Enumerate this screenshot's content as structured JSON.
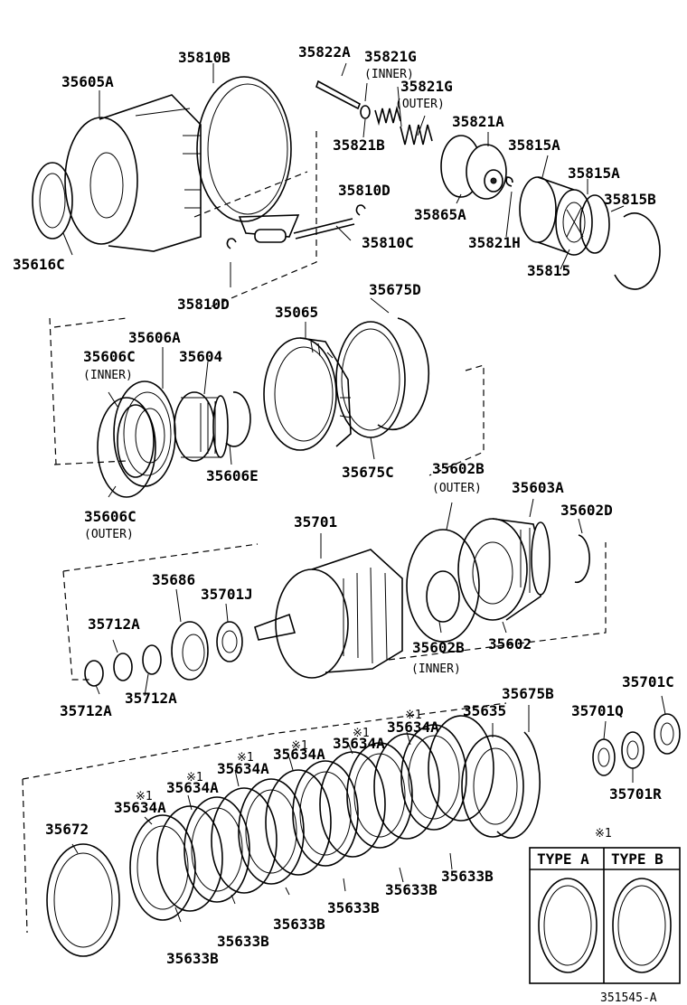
{
  "labels": {
    "l35822A": "35822A",
    "l35821G_a": "35821G",
    "l35821G_inner": "(INNER)",
    "l35821G_b": "35821G",
    "l35821G_outer": "(OUTER)",
    "l35810B": "35810B",
    "l35605A": "35605A",
    "l35821A": "35821A",
    "l35821B": "35821B",
    "l35815A_a": "35815A",
    "l35815A_b": "35815A",
    "l35815B": "35815B",
    "l35810D_a": "35810D",
    "l35865A": "35865A",
    "l35821H": "35821H",
    "l35616C": "35616C",
    "l35810C": "35810C",
    "l35815": "35815",
    "l35810D_b": "35810D",
    "l35675D": "35675D",
    "l35065": "35065",
    "l35606A": "35606A",
    "l35606C_a": "35606C",
    "l35604": "35604",
    "l35606C_inner": "(INNER)",
    "l35606E": "35606E",
    "l35675C": "35675C",
    "l35602B_a": "35602B",
    "l35602B_outer": "(OUTER)",
    "l35603A": "35603A",
    "l35606C_b": "35606C",
    "l35606C_outer": "(OUTER)",
    "l35602D": "35602D",
    "l35701": "35701",
    "l35686": "35686",
    "l35701J": "35701J",
    "l35712A_a": "35712A",
    "l35602B_b": "35602B",
    "l35602": "35602",
    "l35602B_inner": "(INNER)",
    "l35712A_b": "35712A",
    "l35712A_c": "35712A",
    "l35675B": "35675B",
    "l35701C": "35701C",
    "l35635": "35635",
    "l35634A_1": "35634A",
    "l35701Q": "35701Q",
    "l35634A_2": "35634A",
    "l35634A_3": "35634A",
    "l35634A_4": "35634A",
    "l35634A_5": "35634A",
    "l35634A_6": "35634A",
    "l35701R": "35701R",
    "l35672": "35672",
    "l35633B_1": "35633B",
    "l35633B_2": "35633B",
    "l35633B_3": "35633B",
    "l35633B_4": "35633B",
    "l35633B_5": "35633B",
    "l35633B_6": "35633B",
    "note_mark": "※1",
    "note_mark_short": "※1",
    "type_a": "TYPE A",
    "type_b": "TYPE B",
    "footer_code": "351545-A"
  }
}
